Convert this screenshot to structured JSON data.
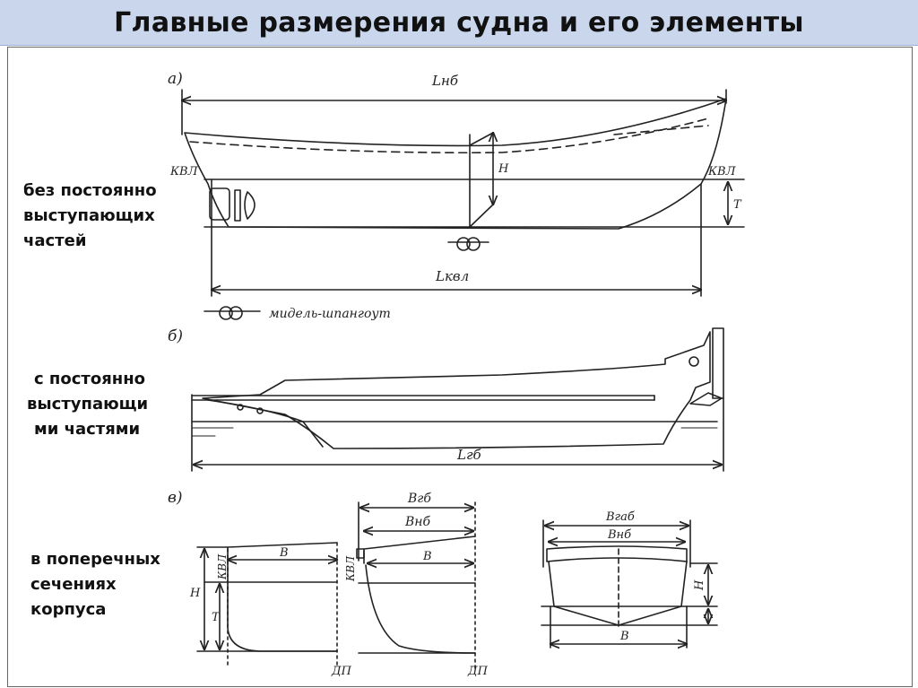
{
  "title": "Главные размерения судна и его элементы",
  "sections": {
    "a": {
      "marker": "а)",
      "label_lines": [
        "без постоянно",
        "выступающих",
        "частей"
      ],
      "dim_top": "Lнб",
      "dim_bottom": "Lквл",
      "kvl_left": "КВЛ",
      "kvl_right": "КВЛ",
      "draft": "T",
      "height": "H",
      "legend": "мидель-шпангоут"
    },
    "b": {
      "marker": "б)",
      "label_lines": [
        "с постоянно",
        "выступающи",
        "ми частями"
      ],
      "dim_bottom": "Lгб"
    },
    "v": {
      "marker": "в)",
      "label_lines": [
        "в поперечных",
        "сечениях",
        "корпуса"
      ],
      "sec1_b": "В",
      "sec1_kvl": "КВЛ",
      "sec1_h": "H",
      "sec1_t": "T",
      "sec1_dp": "ДП",
      "sec2_bgb": "Bгб",
      "sec2_bnb": "Bнб",
      "sec2_b": "B",
      "sec2_kvl": "КВЛ",
      "sec2_dp": "ДП",
      "sec3_bgab": "Bгаб",
      "sec3_bnb": "Bнб",
      "sec3_b": "B",
      "sec3_h": "H"
    }
  }
}
